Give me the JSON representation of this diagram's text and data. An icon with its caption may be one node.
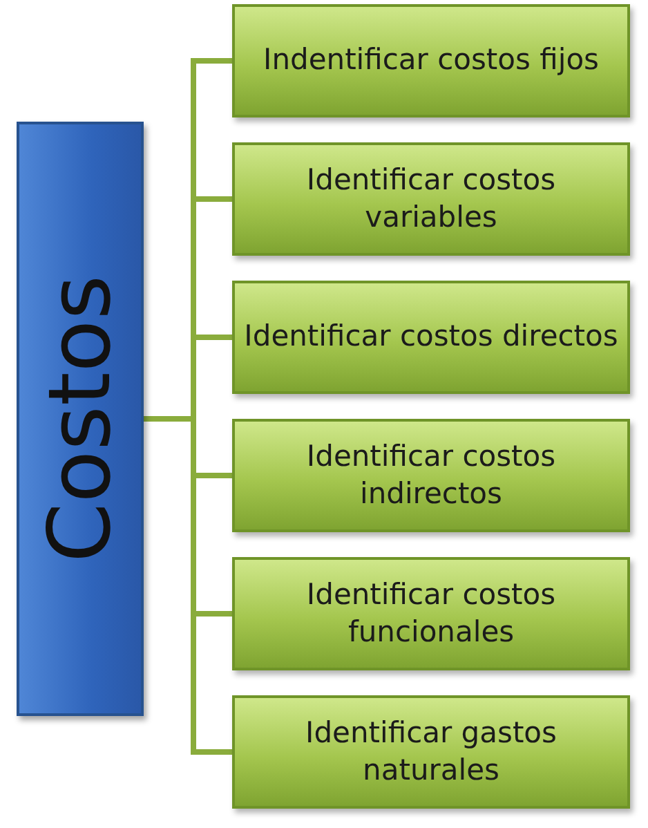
{
  "diagram": {
    "nodes": [
      {
        "text": [
          "Costos"
        ]
      },
      {
        "text": [
          "Indentificar costos fijos"
        ]
      },
      {
        "text": [
          "Identificar costos variables"
        ]
      },
      {
        "text": [
          "Identificar costos directos"
        ]
      },
      {
        "text": [
          "Identificar costos indirectos"
        ]
      },
      {
        "text": [
          "Identificar costos funcionales"
        ]
      },
      {
        "text": [
          "Identificar gastos naturales"
        ]
      }
    ],
    "edges": [
      {
        "from": 0,
        "to": 1,
        "arrow": "none"
      },
      {
        "from": 0,
        "to": 2,
        "arrow": "none"
      },
      {
        "from": 0,
        "to": 3,
        "arrow": "none"
      },
      {
        "from": 0,
        "to": 4,
        "arrow": "none"
      },
      {
        "from": 0,
        "to": 5,
        "arrow": "none"
      },
      {
        "from": 0,
        "to": 6,
        "arrow": "none"
      }
    ]
  }
}
